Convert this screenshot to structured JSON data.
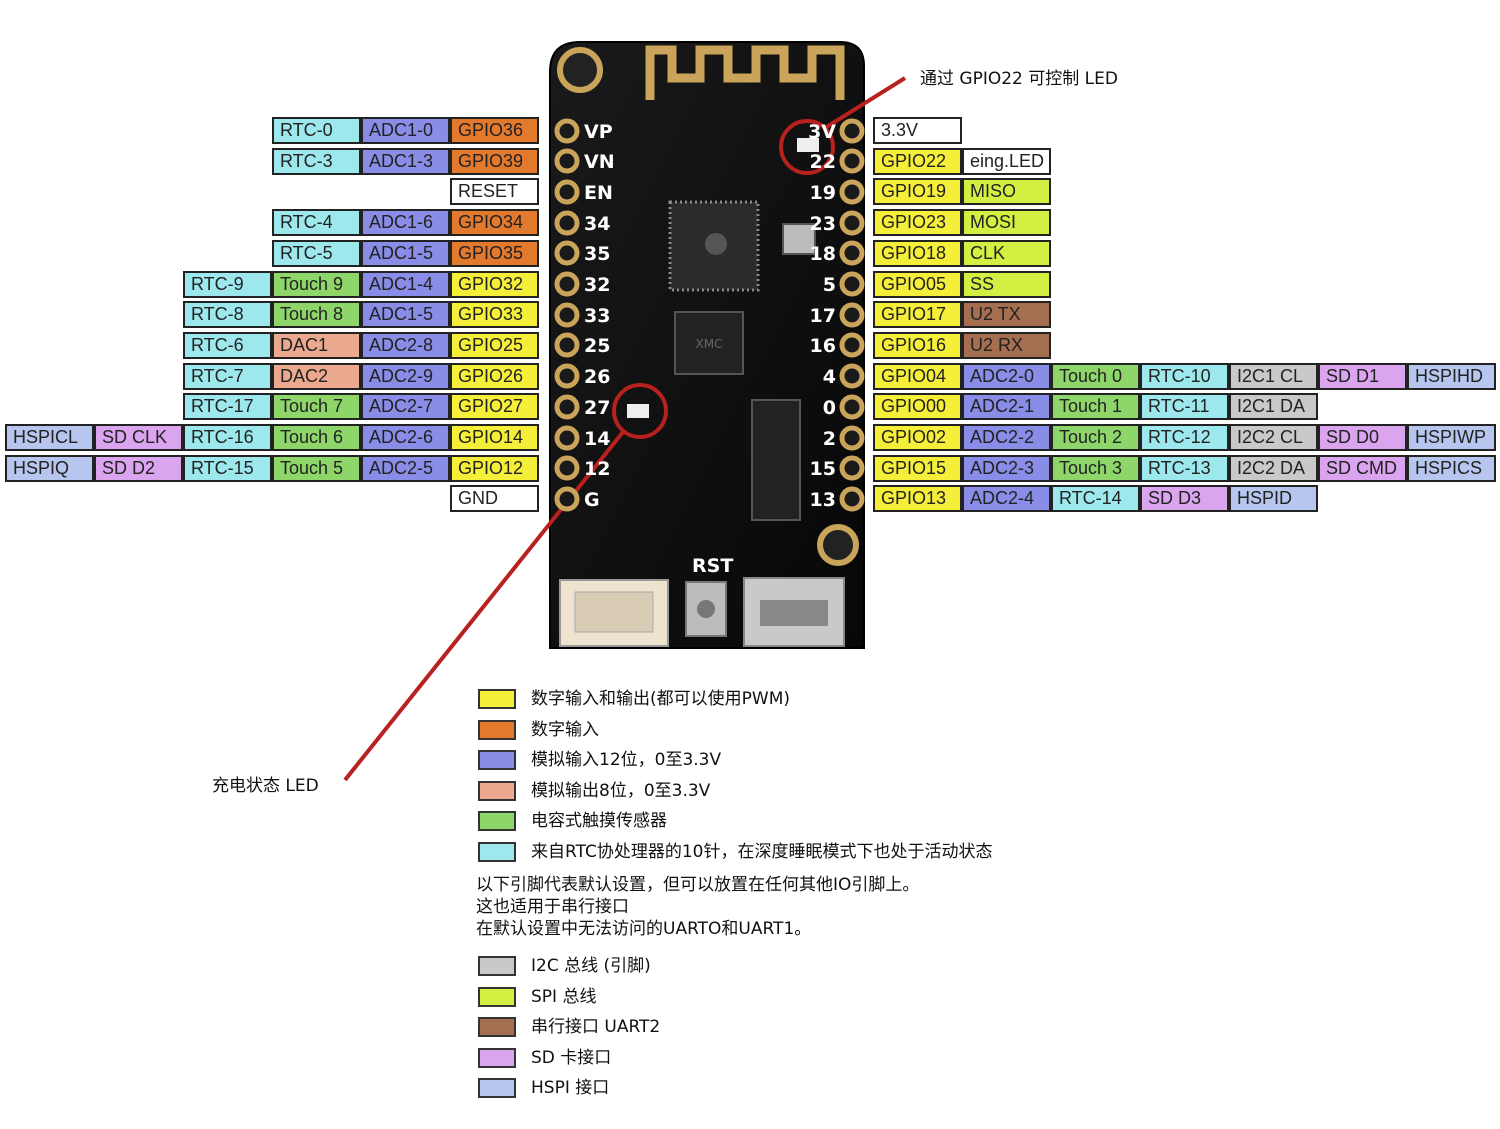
{
  "colors": {
    "digital_io": "#f5ef3a",
    "digital_in": "#e3792d",
    "adc": "#8a8de8",
    "dac": "#eba98f",
    "touch": "#8ed66a",
    "rtc": "#9de8ec",
    "i2c": "#c9c9c9",
    "spi": "#d2f042",
    "uart": "#a56e4f",
    "sd": "#dba4ee",
    "hspi": "#b7c6ee",
    "plain": "#ffffff"
  },
  "left_rows": [
    {
      "pin": "GPIO36",
      "c": "digital_in",
      "f": [
        [
          "ADC1-0",
          "adc"
        ],
        [
          "RTC-0",
          "rtc"
        ]
      ]
    },
    {
      "pin": "GPIO39",
      "c": "digital_in",
      "f": [
        [
          "ADC1-3",
          "adc"
        ],
        [
          "RTC-3",
          "rtc"
        ]
      ]
    },
    {
      "pin": "RESET",
      "c": "plain",
      "f": []
    },
    {
      "pin": "GPIO34",
      "c": "digital_in",
      "f": [
        [
          "ADC1-6",
          "adc"
        ],
        [
          "RTC-4",
          "rtc"
        ]
      ]
    },
    {
      "pin": "GPIO35",
      "c": "digital_in",
      "f": [
        [
          "ADC1-5",
          "adc"
        ],
        [
          "RTC-5",
          "rtc"
        ]
      ]
    },
    {
      "pin": "GPIO32",
      "c": "digital_io",
      "f": [
        [
          "ADC1-4",
          "adc"
        ],
        [
          "Touch 9",
          "touch"
        ],
        [
          "RTC-9",
          "rtc"
        ]
      ]
    },
    {
      "pin": "GPIO33",
      "c": "digital_io",
      "f": [
        [
          "ADC1-5",
          "adc"
        ],
        [
          "Touch 8",
          "touch"
        ],
        [
          "RTC-8",
          "rtc"
        ]
      ]
    },
    {
      "pin": "GPIO25",
      "c": "digital_io",
      "f": [
        [
          "ADC2-8",
          "adc"
        ],
        [
          "DAC1",
          "dac"
        ],
        [
          "RTC-6",
          "rtc"
        ]
      ]
    },
    {
      "pin": "GPIO26",
      "c": "digital_io",
      "f": [
        [
          "ADC2-9",
          "adc"
        ],
        [
          "DAC2",
          "dac"
        ],
        [
          "RTC-7",
          "rtc"
        ]
      ]
    },
    {
      "pin": "GPIO27",
      "c": "digital_io",
      "f": [
        [
          "ADC2-7",
          "adc"
        ],
        [
          "Touch 7",
          "touch"
        ],
        [
          "RTC-17",
          "rtc"
        ]
      ]
    },
    {
      "pin": "GPIO14",
      "c": "digital_io",
      "f": [
        [
          "ADC2-6",
          "adc"
        ],
        [
          "Touch 6",
          "touch"
        ],
        [
          "RTC-16",
          "rtc"
        ],
        [
          "SD CLK",
          "sd"
        ],
        [
          "HSPICL",
          "hspi"
        ]
      ]
    },
    {
      "pin": "GPIO12",
      "c": "digital_io",
      "f": [
        [
          "ADC2-5",
          "adc"
        ],
        [
          "Touch 5",
          "touch"
        ],
        [
          "RTC-15",
          "rtc"
        ],
        [
          "SD D2",
          "sd"
        ],
        [
          "HSPIQ",
          "hspi"
        ]
      ]
    },
    {
      "pin": "GND",
      "c": "plain",
      "f": []
    }
  ],
  "right_rows": [
    {
      "pin": "3.3V",
      "c": "plain",
      "f": []
    },
    {
      "pin": "GPIO22",
      "c": "digital_io",
      "f": [
        [
          "eing.LED",
          "plain"
        ]
      ]
    },
    {
      "pin": "GPIO19",
      "c": "digital_io",
      "f": [
        [
          "MISO",
          "spi"
        ]
      ]
    },
    {
      "pin": "GPIO23",
      "c": "digital_io",
      "f": [
        [
          "MOSI",
          "spi"
        ]
      ]
    },
    {
      "pin": "GPIO18",
      "c": "digital_io",
      "f": [
        [
          "CLK",
          "spi"
        ]
      ]
    },
    {
      "pin": "GPIO05",
      "c": "digital_io",
      "f": [
        [
          "SS",
          "spi"
        ]
      ]
    },
    {
      "pin": "GPIO17",
      "c": "digital_io",
      "f": [
        [
          "U2 TX",
          "uart"
        ]
      ]
    },
    {
      "pin": "GPIO16",
      "c": "digital_io",
      "f": [
        [
          "U2 RX",
          "uart"
        ]
      ]
    },
    {
      "pin": "GPIO04",
      "c": "digital_io",
      "f": [
        [
          "ADC2-0",
          "adc"
        ],
        [
          "Touch 0",
          "touch"
        ],
        [
          "RTC-10",
          "rtc"
        ],
        [
          "I2C1 CL",
          "i2c"
        ],
        [
          "SD D1",
          "sd"
        ],
        [
          "HSPIHD",
          "hspi"
        ]
      ]
    },
    {
      "pin": "GPIO00",
      "c": "digital_io",
      "f": [
        [
          "ADC2-1",
          "adc"
        ],
        [
          "Touch 1",
          "touch"
        ],
        [
          "RTC-11",
          "rtc"
        ],
        [
          "I2C1 DA",
          "i2c"
        ]
      ]
    },
    {
      "pin": "GPIO02",
      "c": "digital_io",
      "f": [
        [
          "ADC2-2",
          "adc"
        ],
        [
          "Touch 2",
          "touch"
        ],
        [
          "RTC-12",
          "rtc"
        ],
        [
          "I2C2 CL",
          "i2c"
        ],
        [
          "SD D0",
          "sd"
        ],
        [
          "HSPIWP",
          "hspi"
        ]
      ]
    },
    {
      "pin": "GPIO15",
      "c": "digital_io",
      "f": [
        [
          "ADC2-3",
          "adc"
        ],
        [
          "Touch 3",
          "touch"
        ],
        [
          "RTC-13",
          "rtc"
        ],
        [
          "I2C2 DA",
          "i2c"
        ],
        [
          "SD CMD",
          "sd"
        ],
        [
          "HSPICS",
          "hspi"
        ]
      ]
    },
    {
      "pin": "GPIO13",
      "c": "digital_io",
      "f": [
        [
          "ADC2-4",
          "adc"
        ],
        [
          "RTC-14",
          "rtc"
        ],
        [
          "SD D3",
          "sd"
        ],
        [
          "HSPID",
          "hspi"
        ]
      ]
    }
  ],
  "board": {
    "left_labels": [
      "VP",
      "VN",
      "EN",
      "34",
      "35",
      "32",
      "33",
      "25",
      "26",
      "27",
      "14",
      "12",
      "G"
    ],
    "right_labels": [
      "3V",
      "22",
      "19",
      "23",
      "18",
      "5",
      "17",
      "16",
      "4",
      "0",
      "2",
      "15",
      "13"
    ],
    "rst_label": "RST"
  },
  "annotations": {
    "gpio22_led": "通过 GPIO22 可控制 LED",
    "charge_led": "充电状态 LED"
  },
  "legend_top": [
    {
      "c": "digital_io",
      "label": "数字输入和输出(都可以使用PWM)"
    },
    {
      "c": "digital_in",
      "label": "数字输入"
    },
    {
      "c": "adc",
      "label": "模拟输入12位，0至3.3V"
    },
    {
      "c": "dac",
      "label": "模拟输出8位，0至3.3V"
    },
    {
      "c": "touch",
      "label": "电容式触摸传感器"
    },
    {
      "c": "rtc",
      "label": "来自RTC协处理器的10针，在深度睡眠模式下也处于活动状态"
    }
  ],
  "legend_note": [
    "以下引脚代表默认设置，但可以放置在任何其他IO引脚上。",
    "这也适用于串行接口",
    "在默认设置中无法访问的UARTO和UART1。"
  ],
  "legend_bottom": [
    {
      "c": "i2c",
      "label": "I2C 总线 (引脚)"
    },
    {
      "c": "spi",
      "label": "SPI 总线"
    },
    {
      "c": "uart",
      "label": "串行接口 UART2"
    },
    {
      "c": "sd",
      "label": "SD 卡接口"
    },
    {
      "c": "hspi",
      "label": "HSPI 接口"
    }
  ]
}
